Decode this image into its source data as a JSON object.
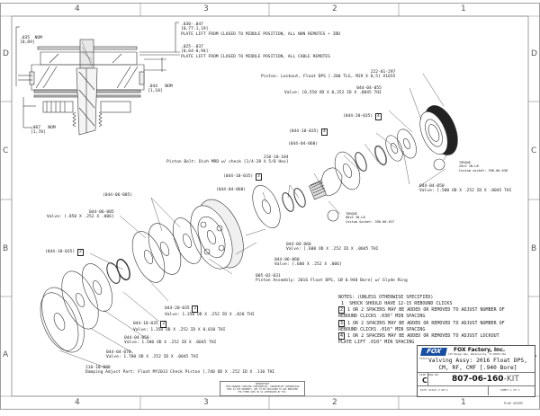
{
  "sheet": {
    "zones_top": [
      "4",
      "3",
      "2",
      "1"
    ],
    "zones_bottom": [
      "4",
      "3",
      "2",
      "1"
    ],
    "zones_left": [
      "D",
      "C",
      "B",
      "A"
    ],
    "zones_right": [
      "D",
      "C",
      "B",
      "A"
    ]
  },
  "section_dims": {
    "dim1": ".035  NOM\n[0,89]",
    "dim2": ".044   NOM\n[1,10]",
    "dim3": ".067   NOM\n[1,70]",
    "plate_lift_1": ".030-.047\n[0,77-1,19]\nPLATE LIFT FROM CLOSED TO MIDDLE POSITION, ALL NON REMOTES + IRD",
    "plate_lift_2": ".025-.037\n[0,64-0,94]\nPLATE LIFT FROM CLOSED TO MIDDLE POSITION, ALL CABLE REMOTES"
  },
  "callouts": {
    "c222": "222-01-297\nPiston: Lockout, Float DPS [.200 TLG, M29 X 0,5] X1655",
    "c044_055": "044-04-055\nValve: [0,550 OD X 0,252 ID X .0045 THI",
    "c044_20_035_top": "(044-20-035)",
    "c044_20_035_top_box": "4",
    "c044_10_035_4": "(044-10-035)",
    "c044_10_035_4_box": "4",
    "c044_04_060_top": "(044-04-060)",
    "c210_10_184": "210-10-184\nPiston Bolt: Dish MRD w/ check [1/4-28 X 5/8 Hex]",
    "c044_10_035_3": "(044-10-035)",
    "c044_10_035_3_box": "3",
    "c044_04_060_mid": "(044-04-060)",
    "torque_1": "TORQUE\n20±2 IN.LB\nCustom socket: 398-00-638",
    "c044_04_050_r": "044-04-050\nValve: [.500 OD X .252 ID X .0045 THI",
    "torque_2": "TORQUE\n80±5 IN.LB\nCustom Socket: 398-00-637",
    "c044_06_085_grp": "(044-06-085)",
    "c044_06_085": "044-06-085\nValve: [.850 X .252 X .006]",
    "c044_10_035_2": "(044-10-035)",
    "c044_10_035_2_box": "2",
    "c044_04_060_low": "044-04-060\nValve: [.600 OD X .252 ID X .0045 THI",
    "c044_06_060": "044-06-060\nValve: [.600 X .252 X .006]",
    "c805_02_031": "805-02-031\nPiston Assembly: 2016 Float DPS, 1Ø 0.940 Bore] w/ Glyde Ring",
    "c044_20_035_low": "044-20-035",
    "c044_20_035_low_box": "2",
    "c044_20_035_low_desc": "Valve: 1.350 OD X .252 ID X .020 THI",
    "c044_10_035_low": "044-10-035",
    "c044_10_035_low_box": "2",
    "c044_10_035_low_desc": "Valve: 1.350 OD X .252 ID X 0.010 THI",
    "c044_04_050_low": "044-04-050\nValve: 1.500 OD X .252 ID X .0045 THI",
    "c044_04_070": "044-04-070\nValve: 1.700 OD X .252 ID X .0045 THI",
    "c210_10_098": "210-10-098\nDamping Adjust Part: Float MY2013 Check Piston [.740 OD X .252 ID X .110 THI"
  },
  "notes": {
    "header": "NOTES: (UNLESS OTHERWISE SPECIFIED)",
    "n1_num": "1",
    "n1": "SHOCK SHOULD HAVE 12-15 REBOUND CLICKS",
    "n2_num": "2",
    "n2": "1 OR 2 SPACERS MAY BE ADDED OR REMOVED TO ADJUST NUMBER OF\nREBOUND CLICKS .030\" MIN SPACING",
    "n3_num": "3",
    "n3": "1 OR 2 SPACERS MAY BE ADDED OR REMOVED TO ADJUST NUMBER OF\nREBOUND CLICKS .010\" MIN SPACING",
    "n4_num": "4",
    "n4": "1 OR 2 SPACERS MAY BE ADDED OR REMOVED TO ADJUST LOCKOUT\nPLATE LIFT .010\" MIN SPACING"
  },
  "proprietary": "PROPRIETARY\nTHIS DRAWING CONTAINS CONFIDENTIAL, PROPRIETARY INFORMATION\nTHAT IS FOX PROPERTY. NOT TO BE DISCLOSED TO ANY EMPLOYER\nFOR OTHER USES OR AS AUTHORIZED BY FOX.",
  "title_block": {
    "logo": "FOX",
    "company": "FOX Factory, Inc.",
    "address": "130 Hangar Way, Watsonville, CA 95076 USA",
    "title_label": "TITLE",
    "title": "Valving Assy: 2016 Float DPS,\nCM, RF, CMF [.940 Bore]",
    "size_label": "SIZE",
    "dwg_label": "DWG NO.",
    "size": "C",
    "dwg_no": "807-06-160",
    "dwg_suffix": "-KIT",
    "plot_scale": "PLOT SCALE 2.00:1",
    "sheet": "SHEET 1 OF 1",
    "software": "ProE ASSEM"
  },
  "colors": {
    "logo_blue": "#1a4fa0",
    "line": "#222222",
    "border": "#777777"
  }
}
